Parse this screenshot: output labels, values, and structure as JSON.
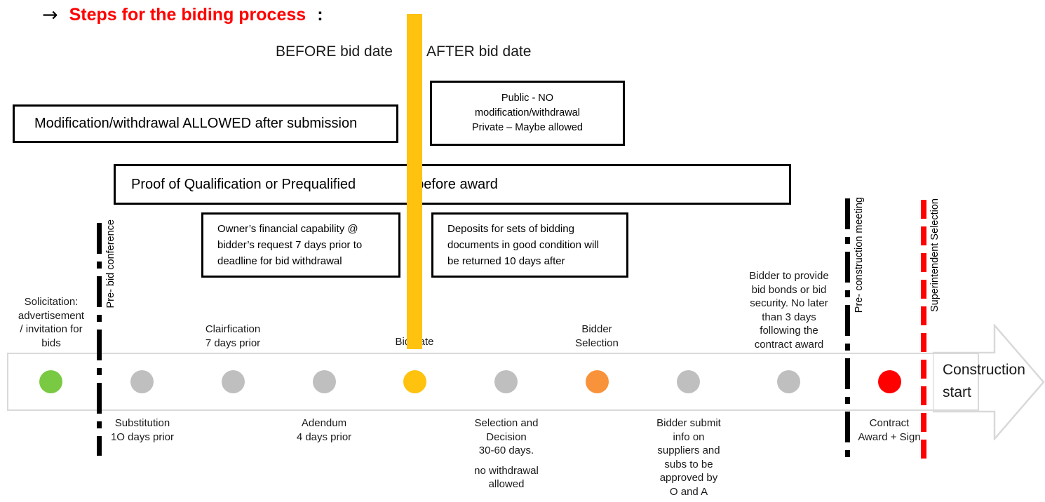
{
  "title": {
    "arrow_icon": "right-arrow-icon",
    "text": "Steps for the biding process",
    "colon": ":",
    "color": "#ff0000"
  },
  "phases": {
    "before": "BEFORE bid date",
    "after": "AFTER bid date",
    "divider_color": "#FFC20E"
  },
  "boxes": {
    "modification": "Modification/withdrawal ALLOWED after submission",
    "public_private": {
      "line1": "Public - NO",
      "line2": "modification/withdrawal",
      "line3": "Private – Maybe allowed"
    },
    "proof": {
      "left": "Proof of Qualification or Prequalified",
      "right": "before award"
    },
    "owner_financial": {
      "line1": "Owner’s financial capability @",
      "line2": "bidder’s request 7 days prior to",
      "line3": "deadline for bid withdrawal"
    },
    "deposits": {
      "line1": "Deposits for sets of bidding",
      "line2": "documents in good condition will",
      "line3": "be returned 10 days after"
    }
  },
  "vertical_markers": [
    {
      "name": "pre-bid-conference",
      "label": "Pre- bid conference",
      "color": "#000000"
    },
    {
      "name": "pre-construction-meeting",
      "label": "Pre- construction meeting",
      "color": "#000000"
    },
    {
      "name": "superintendent-selection",
      "label": "Superintendent Selection",
      "color": "#ff0000"
    }
  ],
  "timeline": {
    "construction_start": {
      "line1": "Construction",
      "line2": "start"
    },
    "dots": [
      {
        "name": "solicitation",
        "color": "#7AC943"
      },
      {
        "name": "substitution",
        "color": "#BFBFBF"
      },
      {
        "name": "clarification",
        "color": "#BFBFBF"
      },
      {
        "name": "adendum",
        "color": "#BFBFBF"
      },
      {
        "name": "bid-date",
        "color": "#FFC20E"
      },
      {
        "name": "selection-decision",
        "color": "#BFBFBF"
      },
      {
        "name": "bidder-selection",
        "color": "#F9933B"
      },
      {
        "name": "bidder-submit-info",
        "color": "#BFBFBF"
      },
      {
        "name": "bid-bonds",
        "color": "#BFBFBF"
      },
      {
        "name": "contract-award",
        "color": "#ff0000"
      }
    ],
    "captions": {
      "solicitation": {
        "line1": "Solicitation:",
        "line2": "advertisement",
        "line3": "/ invitation for",
        "line4": "bids"
      },
      "clarification": {
        "line1": "Clairfication",
        "line2": "7 days prior"
      },
      "bid_date": {
        "line1": "Bid date"
      },
      "bidder_selection": {
        "line1": "Bidder",
        "line2": "Selection"
      },
      "bid_bonds": {
        "line1": "Bidder to provide",
        "line2": "bid bonds or bid",
        "line3": "security. No later",
        "line4": "than 3 days",
        "line5": "following the",
        "line6": "contract award"
      },
      "substitution": {
        "line1": "Substitution",
        "line2": "1O days prior"
      },
      "adendum": {
        "line1": "Adendum",
        "line2": "4 days prior"
      },
      "selection_decision": {
        "line1": "Selection and",
        "line2": "Decision",
        "line3": "30-60 days.",
        "line4": "no withdrawal",
        "line5": "allowed"
      },
      "bidder_submit": {
        "line1": "Bidder submit",
        "line2": "info on",
        "line3": "suppliers and",
        "line4": "subs  to be",
        "line5": "approved by",
        "line6": "O and A"
      },
      "contract_award": {
        "line1": "Contract",
        "line2": "Award + Sign"
      }
    }
  }
}
